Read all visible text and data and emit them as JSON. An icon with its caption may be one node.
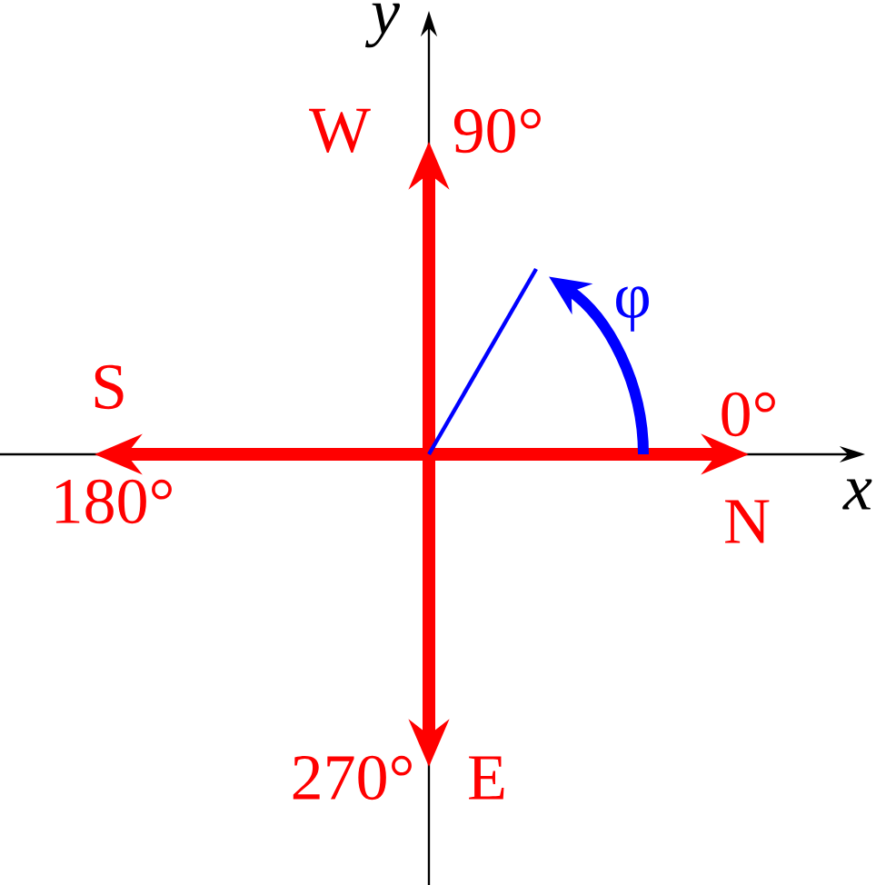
{
  "diagram": {
    "labels": [
      "y",
      "W",
      "90°",
      "φ",
      "S",
      "0°",
      "x",
      "180°",
      "N",
      "270°",
      "E"
    ]
  }
}
